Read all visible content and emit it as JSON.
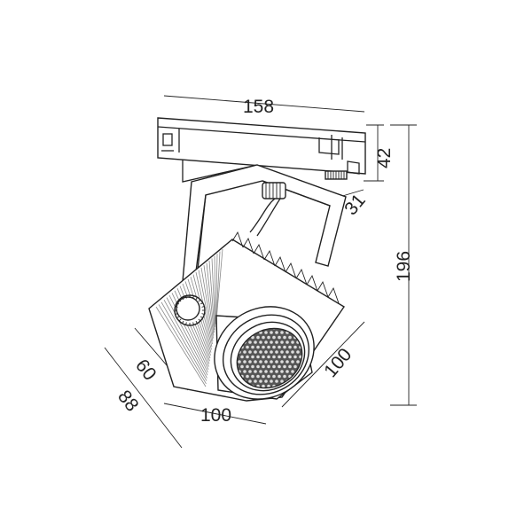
{
  "dimensions": {
    "track_length": "158",
    "adapter_height": "42",
    "stem_height": "31",
    "total_height": "196",
    "head_depth": "100",
    "head_width": "100",
    "lens_depth": "60",
    "overall_depth": "88"
  },
  "colors": {
    "line": "#222222",
    "background": "#ffffff",
    "fin": "#888888"
  }
}
